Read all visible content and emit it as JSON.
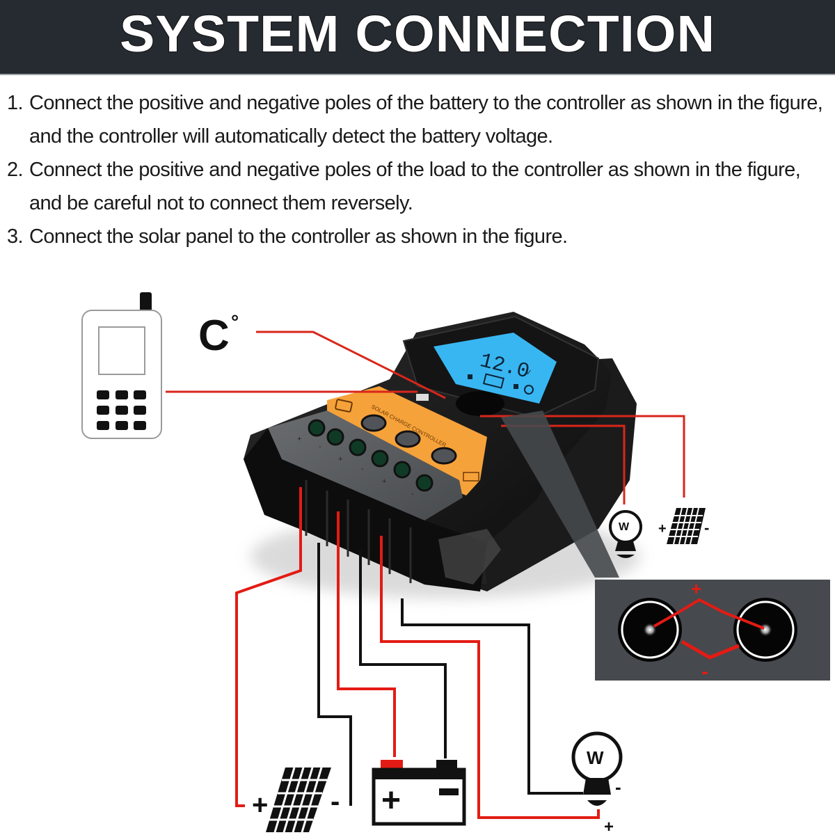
{
  "header": {
    "title": "SYSTEM CONNECTION",
    "background_color": "#262a31"
  },
  "instructions": [
    {
      "number": "1.",
      "text": "Connect the positive and negative poles of the battery to the controller as shown in the figure, and the controller will automatically detect the battery voltage."
    },
    {
      "number": "2.",
      "text": "Connect the positive and negative poles of the load to the controller as shown in the figure, and be careful not to connect them reversely."
    },
    {
      "number": "3.",
      "text": "Connect the solar panel to the controller as shown in the figure."
    }
  ],
  "diagram": {
    "temperature_label": "C",
    "temperature_degree": "°",
    "controller": {
      "label": "SOLAR CHARGE CONTROLLER",
      "lcd_reading": "12.0",
      "lcd_unit": "V",
      "terminal_groups": [
        {
          "name": "solar",
          "plus": "+",
          "minus": "-"
        },
        {
          "name": "battery",
          "plus": "+",
          "minus": "-"
        },
        {
          "name": "load",
          "plus": "+",
          "minus": "-"
        }
      ],
      "buttons_count": 3
    },
    "usb_detail": {
      "plus_label": "+",
      "minus_label": "-"
    },
    "components": {
      "solar_panel": {
        "plus": "+",
        "minus": "-"
      },
      "battery": {
        "plus": "+",
        "minus": "-"
      },
      "load_bulb": {
        "letter": "W",
        "plus": "+",
        "minus": "-"
      },
      "small_bulb": {
        "letter": "W"
      },
      "small_panel": {
        "plus": "+",
        "minus": "-"
      }
    },
    "colors": {
      "positive_wire": "#e31b14",
      "negative_wire": "#111111",
      "lcd": "#38b6f2",
      "orange_panel": "#f6a23a"
    }
  }
}
